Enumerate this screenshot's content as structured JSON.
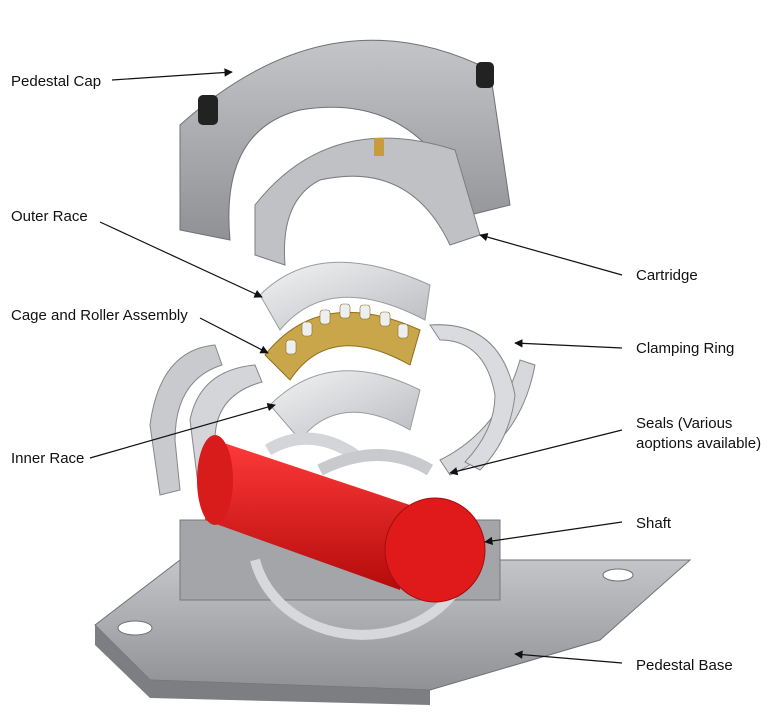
{
  "labels": {
    "pedestal_cap": "Pedestal Cap",
    "outer_race": "Outer Race",
    "cage_roller": "Cage and Roller Assembly",
    "inner_race": "Inner Race",
    "cartridge": "Cartridge",
    "clamping_ring": "Clamping Ring",
    "seals_line1": "Seals (Various",
    "seals_line2": "aoptions available)",
    "shaft": "Shaft",
    "pedestal_base": "Pedestal Base"
  },
  "colors": {
    "background": "#ffffff",
    "housing_grey": "#a9abae",
    "housing_dark": "#7c7e82",
    "race_silver": "#d6d8db",
    "cage_brass": "#c9a64a",
    "shaft_red": "#e01a1a",
    "leader_line": "#111111"
  }
}
